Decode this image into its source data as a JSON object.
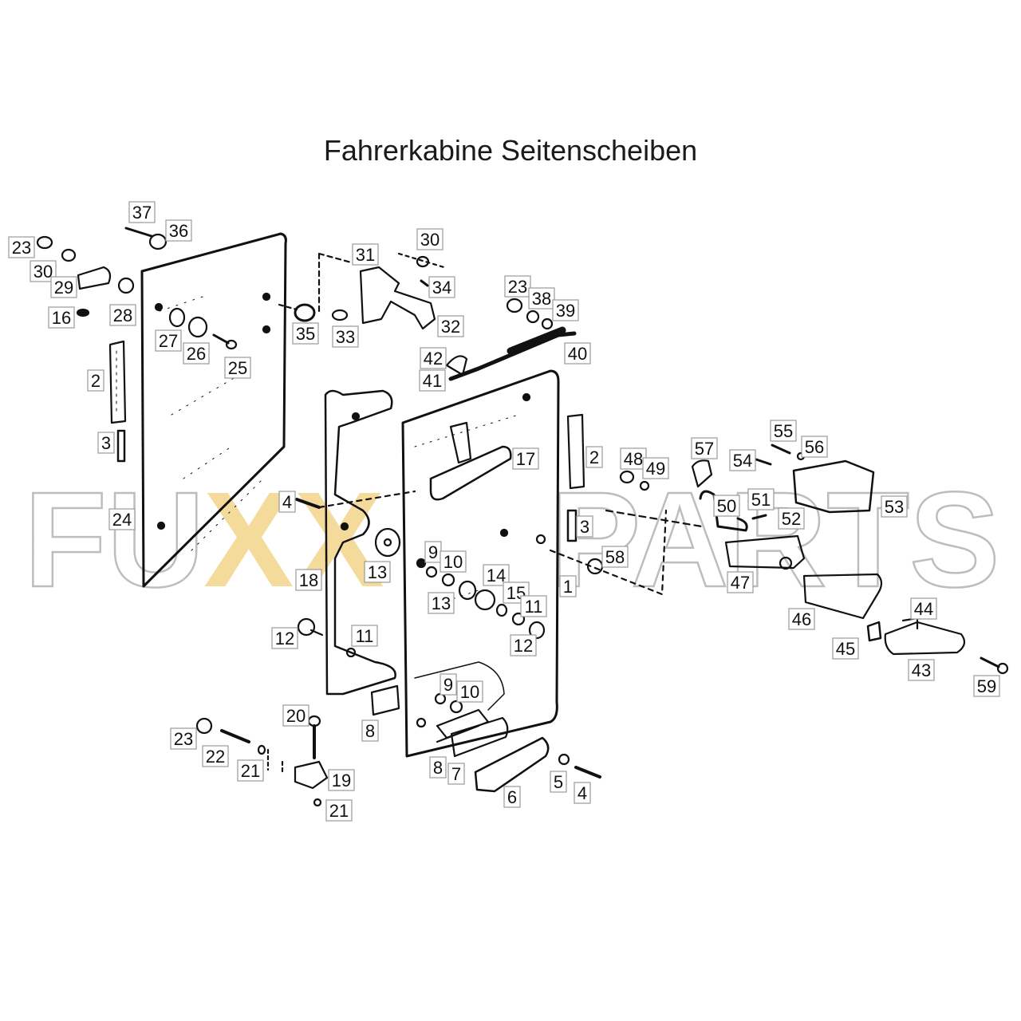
{
  "title": "Fahrerkabine Seitenscheiben",
  "watermark": {
    "fu": "FU",
    "xx": "XX",
    "parts": "PARTS"
  },
  "colors": {
    "watermark_gold": "#f2d48a",
    "watermark_outline": "#bdbdbd",
    "line": "#111111"
  },
  "part_labels": [
    {
      "id": "l37",
      "text": "37"
    },
    {
      "id": "l36",
      "text": "36"
    },
    {
      "id": "l23a",
      "text": "23"
    },
    {
      "id": "l30a",
      "text": "30"
    },
    {
      "id": "l29",
      "text": "29"
    },
    {
      "id": "l28",
      "text": "28"
    },
    {
      "id": "l16",
      "text": "16"
    },
    {
      "id": "l27",
      "text": "27"
    },
    {
      "id": "l26",
      "text": "26"
    },
    {
      "id": "l25",
      "text": "25"
    },
    {
      "id": "l2a",
      "text": "2"
    },
    {
      "id": "l3a",
      "text": "3"
    },
    {
      "id": "l24",
      "text": "24"
    },
    {
      "id": "l35",
      "text": "35"
    },
    {
      "id": "l31",
      "text": "31"
    },
    {
      "id": "l30b",
      "text": "30"
    },
    {
      "id": "l34",
      "text": "34"
    },
    {
      "id": "l33",
      "text": "33"
    },
    {
      "id": "l32",
      "text": "32"
    },
    {
      "id": "l23b",
      "text": "23"
    },
    {
      "id": "l38",
      "text": "38"
    },
    {
      "id": "l39",
      "text": "39"
    },
    {
      "id": "l40",
      "text": "40"
    },
    {
      "id": "l42",
      "text": "42"
    },
    {
      "id": "l41",
      "text": "41"
    },
    {
      "id": "l17",
      "text": "17"
    },
    {
      "id": "l2b",
      "text": "2"
    },
    {
      "id": "l3b",
      "text": "3"
    },
    {
      "id": "l48",
      "text": "48"
    },
    {
      "id": "l49",
      "text": "49"
    },
    {
      "id": "l57",
      "text": "57"
    },
    {
      "id": "l55",
      "text": "55"
    },
    {
      "id": "l56",
      "text": "56"
    },
    {
      "id": "l54",
      "text": "54"
    },
    {
      "id": "l53",
      "text": "53"
    },
    {
      "id": "l51",
      "text": "51"
    },
    {
      "id": "l50",
      "text": "50"
    },
    {
      "id": "l52",
      "text": "52"
    },
    {
      "id": "l4a",
      "text": "4"
    },
    {
      "id": "l9a",
      "text": "9"
    },
    {
      "id": "l10a",
      "text": "10"
    },
    {
      "id": "l13a",
      "text": "13"
    },
    {
      "id": "l18",
      "text": "18"
    },
    {
      "id": "l14",
      "text": "14"
    },
    {
      "id": "l13b",
      "text": "13"
    },
    {
      "id": "l15",
      "text": "15"
    },
    {
      "id": "l11a",
      "text": "11"
    },
    {
      "id": "l1",
      "text": "1"
    },
    {
      "id": "l58",
      "text": "58"
    },
    {
      "id": "l47",
      "text": "47"
    },
    {
      "id": "l46",
      "text": "46"
    },
    {
      "id": "l44",
      "text": "44"
    },
    {
      "id": "l45",
      "text": "45"
    },
    {
      "id": "l43",
      "text": "43"
    },
    {
      "id": "l59",
      "text": "59"
    },
    {
      "id": "l12a",
      "text": "12"
    },
    {
      "id": "l11b",
      "text": "11"
    },
    {
      "id": "l12b",
      "text": "12"
    },
    {
      "id": "l9b",
      "text": "9"
    },
    {
      "id": "l10b",
      "text": "10"
    },
    {
      "id": "l8a",
      "text": "8"
    },
    {
      "id": "l20",
      "text": "20"
    },
    {
      "id": "l23c",
      "text": "23"
    },
    {
      "id": "l22",
      "text": "22"
    },
    {
      "id": "l21a",
      "text": "21"
    },
    {
      "id": "l19",
      "text": "19"
    },
    {
      "id": "l21b",
      "text": "21"
    },
    {
      "id": "l8b",
      "text": "8"
    },
    {
      "id": "l7",
      "text": "7"
    },
    {
      "id": "l6",
      "text": "6"
    },
    {
      "id": "l5",
      "text": "5"
    },
    {
      "id": "l4b",
      "text": "4"
    }
  ]
}
